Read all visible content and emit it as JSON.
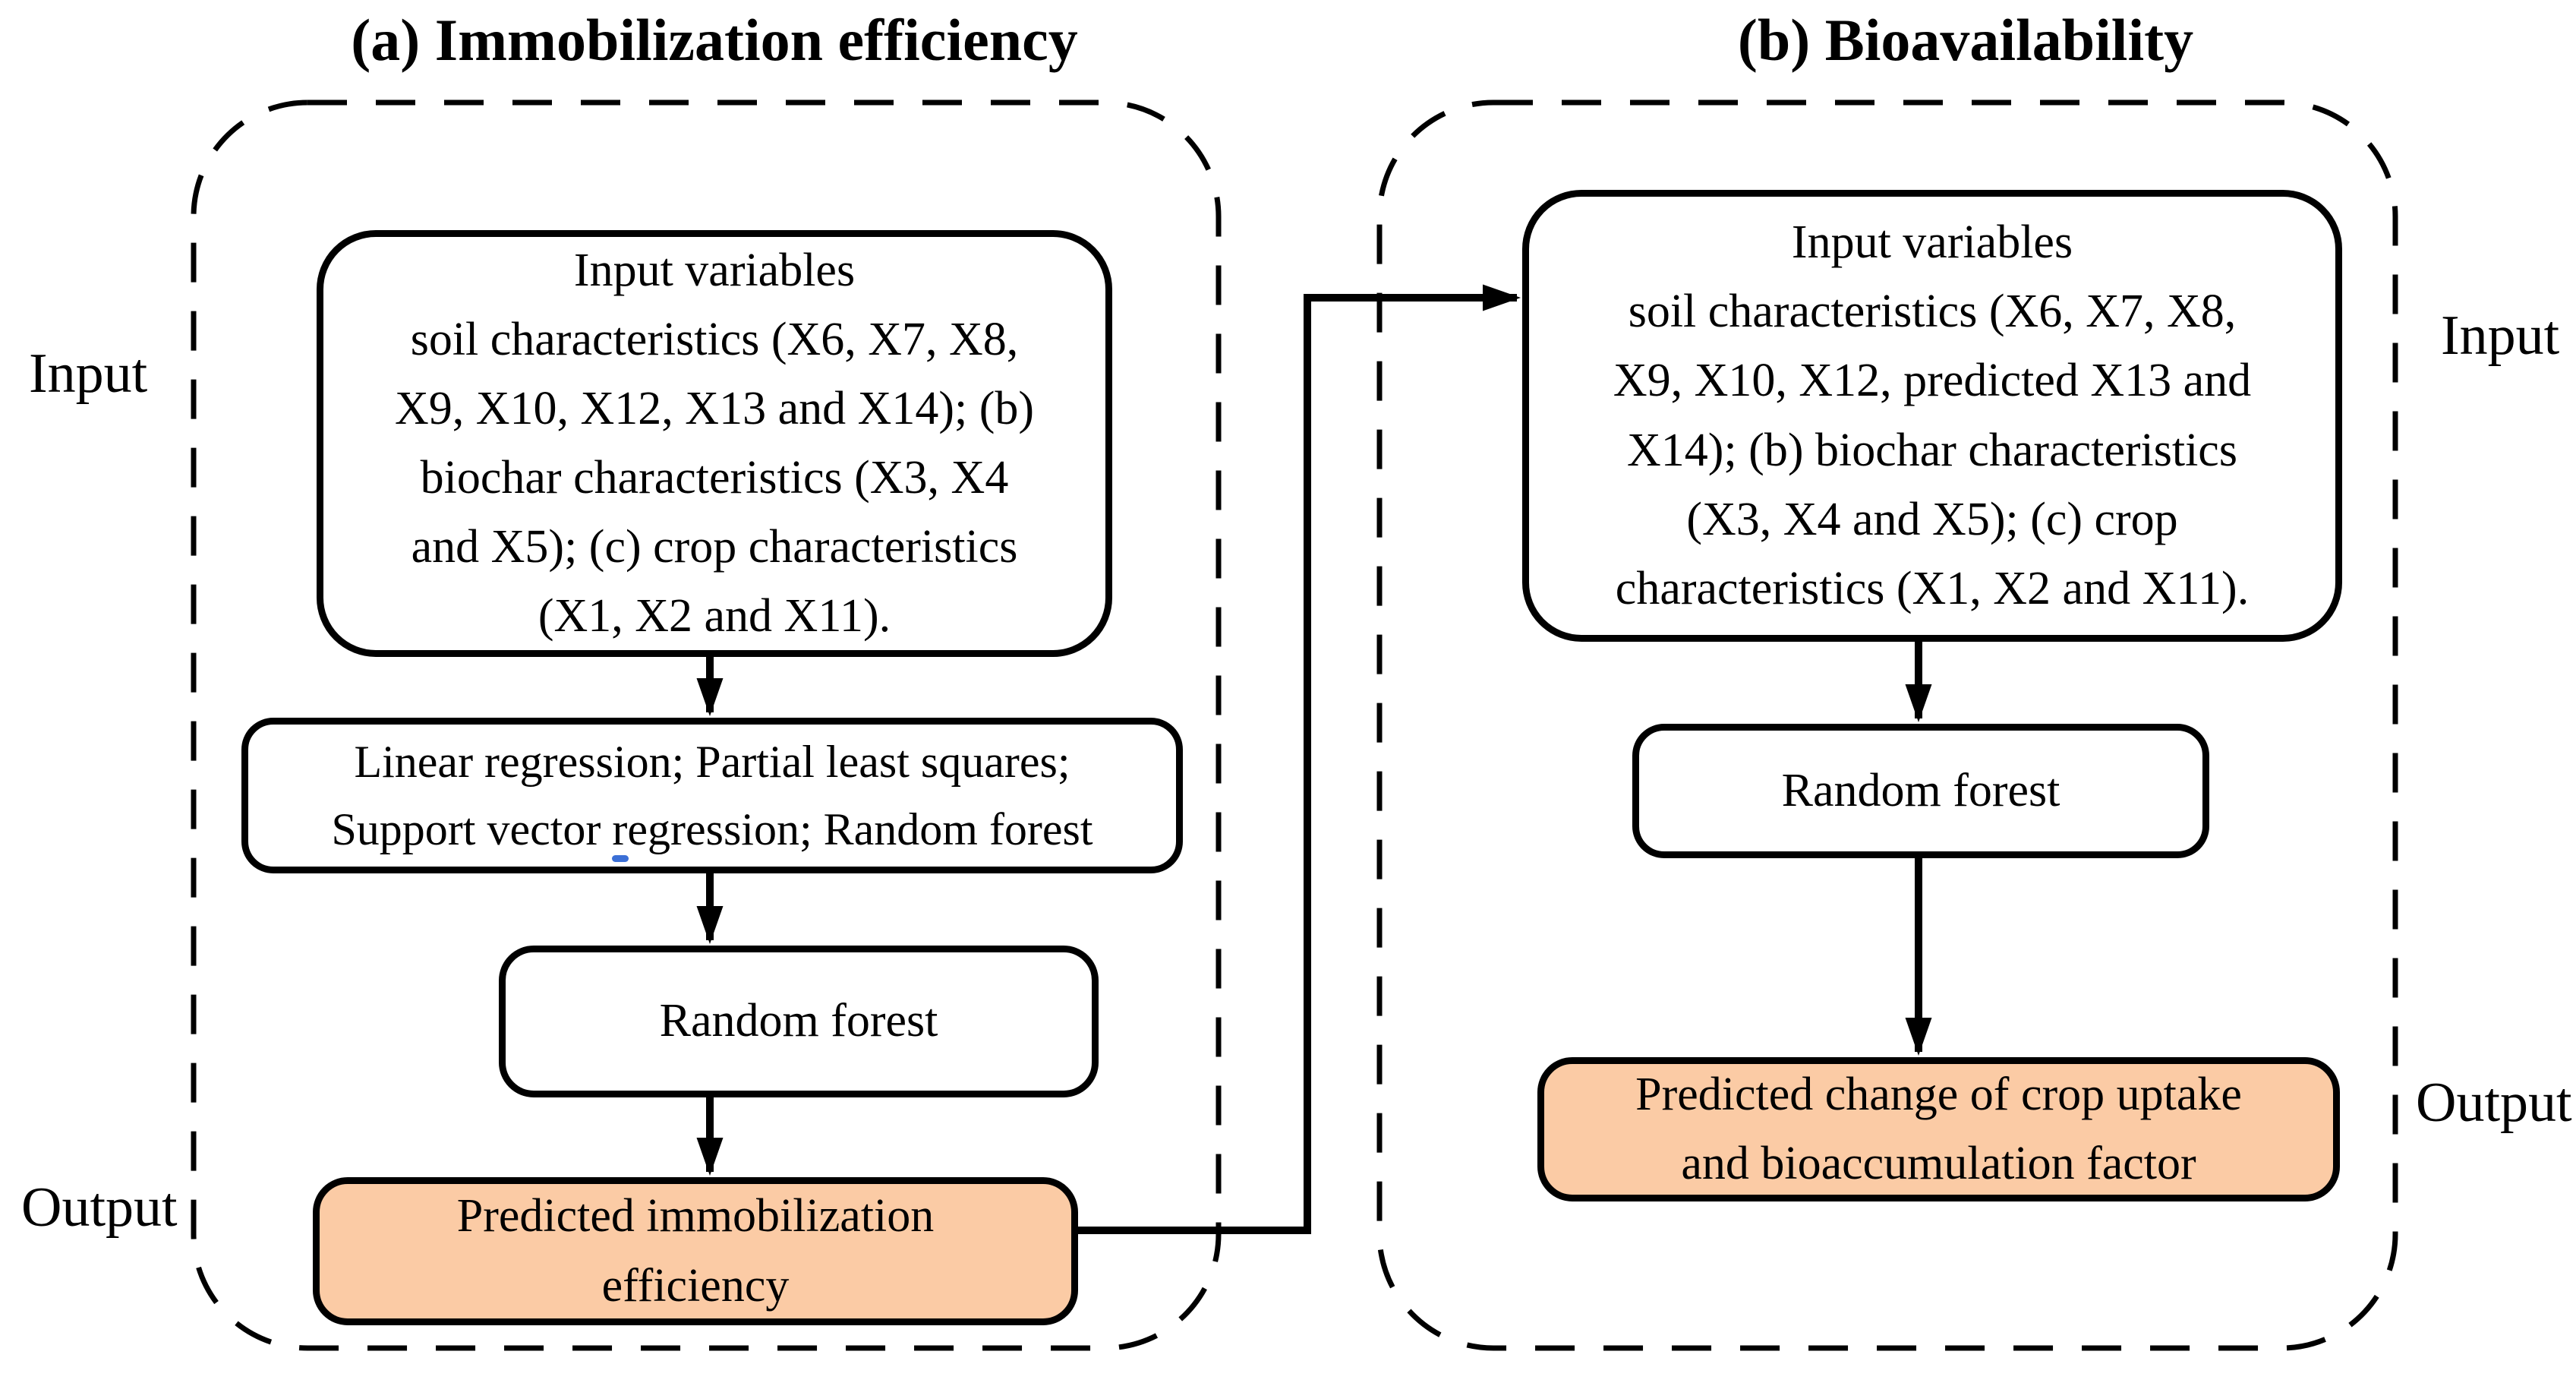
{
  "figure": {
    "colors": {
      "stroke": "#000000",
      "box_fill": "#FFFFFF",
      "output_box_fill": "#FBCBA5"
    },
    "panels": [
      {
        "id": "a",
        "title": "(a) Immobilization efficiency",
        "input_label": "Input",
        "output_label": "Output",
        "boxes": {
          "input": "Input variables\nsoil characteristics (X6, X7, X8,\nX9, X10, X12, X13 and X14); (b)\nbiochar characteristics (X3, X4\nand X5); (c) crop characteristics\n(X1, X2 and X11).",
          "models": "Linear regression; Partial least squares;\nSupport vector regression; Random forest",
          "selected_model": "Random forest",
          "output": "Predicted immobilization\nefficiency"
        }
      },
      {
        "id": "b",
        "title": "(b) Bioavailability",
        "input_label": "Input",
        "output_label": "Output",
        "boxes": {
          "input": "Input variables\nsoil characteristics (X6, X7, X8,\nX9, X10, X12, predicted X13 and\nX14); (b) biochar characteristics\n(X3, X4 and X5); (c) crop\ncharacteristics (X1, X2 and X11).",
          "selected_model": "Random forest",
          "output": "Predicted change of crop uptake\nand bioaccumulation factor"
        }
      }
    ]
  }
}
